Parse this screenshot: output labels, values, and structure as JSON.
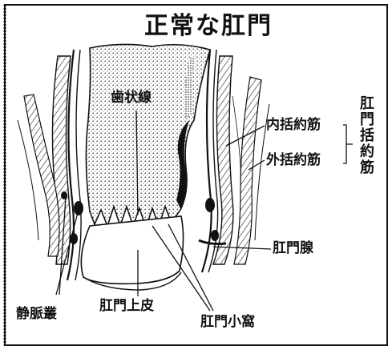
{
  "title": "正常な肛門",
  "labels": {
    "dentate_line": "歯状線",
    "internal_sphincter": "内括約筋",
    "external_sphincter": "外括約筋",
    "sphincter_group": "肛門括約筋",
    "anal_gland": "肛門腺",
    "venous_plexus": "静脈叢",
    "anoderm": "肛門上皮",
    "anal_crypt": "肛門小窩"
  },
  "colors": {
    "ink": "#111111",
    "paper": "#ffffff",
    "stipple": "#555555"
  }
}
